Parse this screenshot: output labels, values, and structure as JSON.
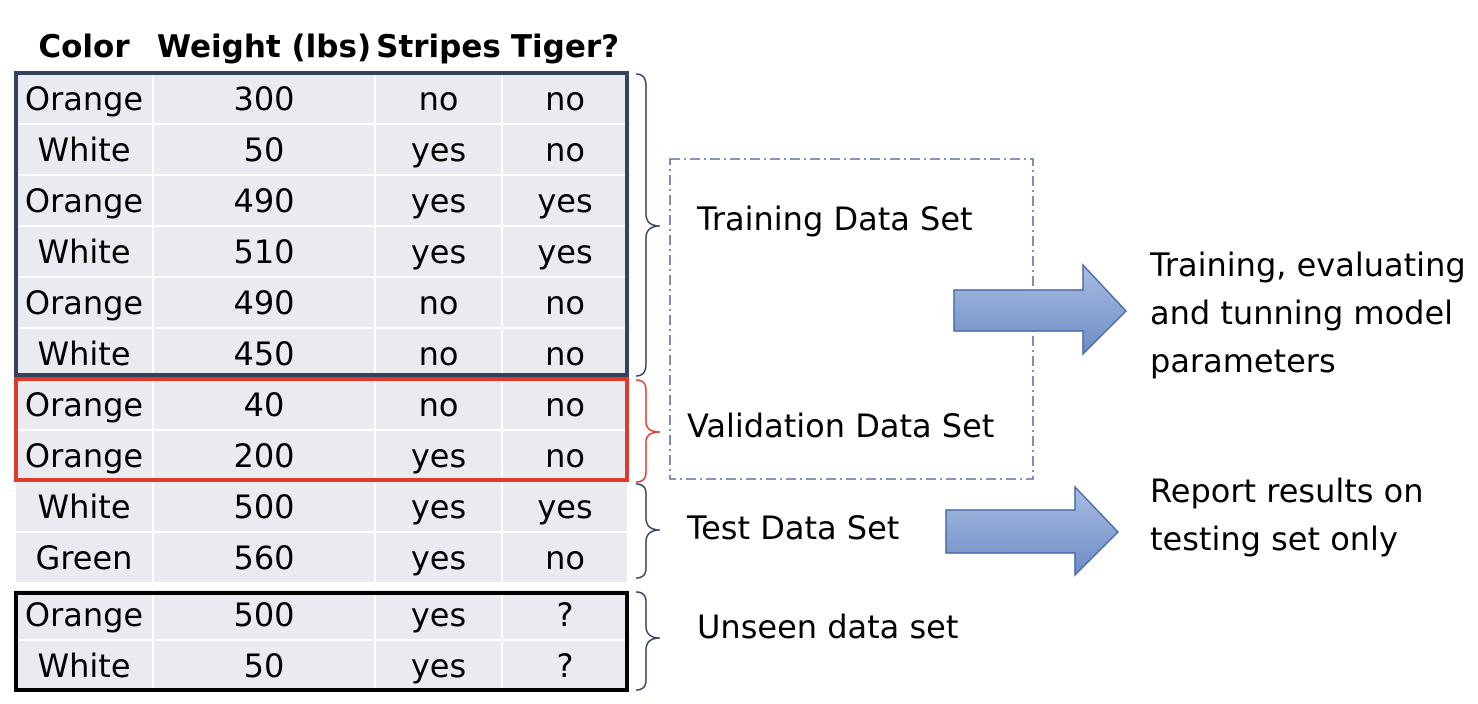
{
  "table": {
    "headers": [
      "Color",
      "Weight (lbs)",
      "Stripes",
      "Tiger?"
    ],
    "rows": [
      [
        "Orange",
        "300",
        "no",
        "no"
      ],
      [
        "White",
        "50",
        "yes",
        "no"
      ],
      [
        "Orange",
        "490",
        "yes",
        "yes"
      ],
      [
        "White",
        "510",
        "yes",
        "yes"
      ],
      [
        "Orange",
        "490",
        "no",
        "no"
      ],
      [
        "White",
        "450",
        "no",
        "no"
      ],
      [
        "Orange",
        "40",
        "no",
        "no"
      ],
      [
        "Orange",
        "200",
        "yes",
        "no"
      ],
      [
        "White",
        "500",
        "yes",
        "yes"
      ],
      [
        "Green",
        "560",
        "yes",
        "no"
      ],
      [
        "Orange",
        "500",
        "yes",
        "?"
      ],
      [
        "White",
        "50",
        "yes",
        "?"
      ]
    ]
  },
  "groups": {
    "training": {
      "label": "Training Data Set",
      "border_color": "#33425f"
    },
    "validation": {
      "label": "Validation Data Set",
      "border_color": "#e03a2c"
    },
    "test": {
      "label": "Test Data Set"
    },
    "unseen": {
      "label": "Unseen data set",
      "border_color": "#000000"
    }
  },
  "outcomes": {
    "tuning": [
      "Training, evaluating",
      "and tunning model",
      "parameters"
    ],
    "report": [
      "Report results on",
      "testing set only"
    ]
  },
  "colors": {
    "cell_fill": "#e9ebf1",
    "arrow_fill": "#7f9dd0",
    "arrow_stroke": "#4a6aa8",
    "dashed_box": "#5a73a8"
  }
}
